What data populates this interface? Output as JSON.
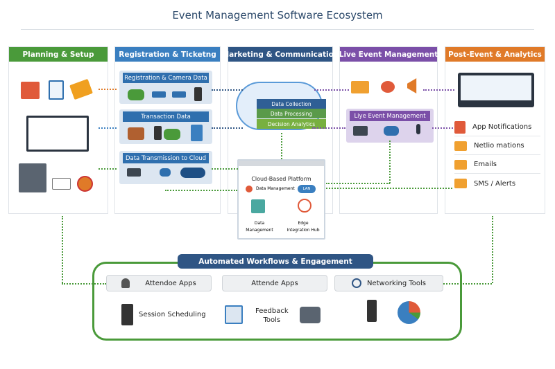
{
  "title": "Event Management Software Ecosystem",
  "columns": [
    {
      "label": "Planning & Setup",
      "color": "#4a9a3a"
    },
    {
      "label": "Registration & Ticketng",
      "color": "#3a7fc0"
    },
    {
      "label": "Marketing & Communication",
      "color": "#2f5584"
    },
    {
      "label": "Live Event Management",
      "color": "#7b4fa8"
    },
    {
      "label": "Post-Event & Analytics",
      "color": "#e07a28"
    }
  ],
  "registration_panels": [
    "Registration & Camera Data",
    "Transaction Data",
    "Data Transmission to Cloud"
  ],
  "cloud_layers": [
    "Data Collection",
    "Data Processing",
    "Decision Analytics"
  ],
  "cloud_platform": {
    "title": "Cloud-Based Platform",
    "data_management": "Data Management",
    "lan": "LAN",
    "left_label_1": "Data",
    "left_label_2": "Management",
    "right_label_1": "Edge",
    "right_label_2": "Integration Hub"
  },
  "live_panel": "Liye Event Management",
  "post_event_items": [
    "App Notifications",
    "Netlio mations",
    "Emails",
    "SMS / Alerts"
  ],
  "workflow": {
    "title": "Automated Workflows & Engagement",
    "pills": [
      "Attendoe Apps",
      "Attende Apps",
      "Networking Tools"
    ],
    "session": "Session Scheduling",
    "feedback_1": "Feedback",
    "feedback_2": "Tools"
  }
}
